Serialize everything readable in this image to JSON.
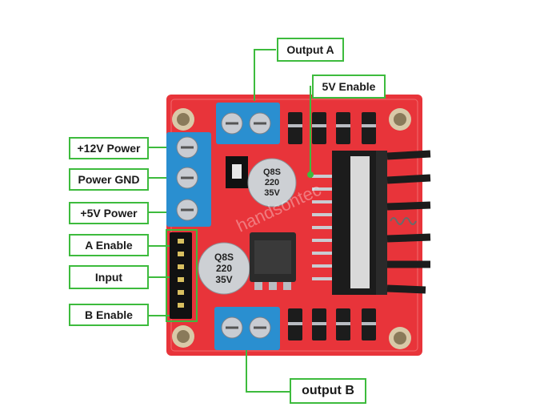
{
  "labels": {
    "output_a": "Output A",
    "enable_5v": "5V Enable",
    "power_12v": "+12V Power",
    "power_gnd": "Power GND",
    "power_5v": "+5V Power",
    "a_enable": "A Enable",
    "input": "Input",
    "b_enable": "B Enable",
    "output_b": "output B"
  },
  "components": {
    "capacitor_marking": [
      "Q8S",
      "220",
      "35V"
    ],
    "watermark": "handsontec"
  },
  "colors": {
    "board": "#e8343a",
    "board_dark": "#c8232a",
    "label_border": "#3dbb3d",
    "connector_line": "#3dbb3d",
    "terminal_block": "#2a8fd0",
    "heatsink": "#1c1c1c"
  }
}
